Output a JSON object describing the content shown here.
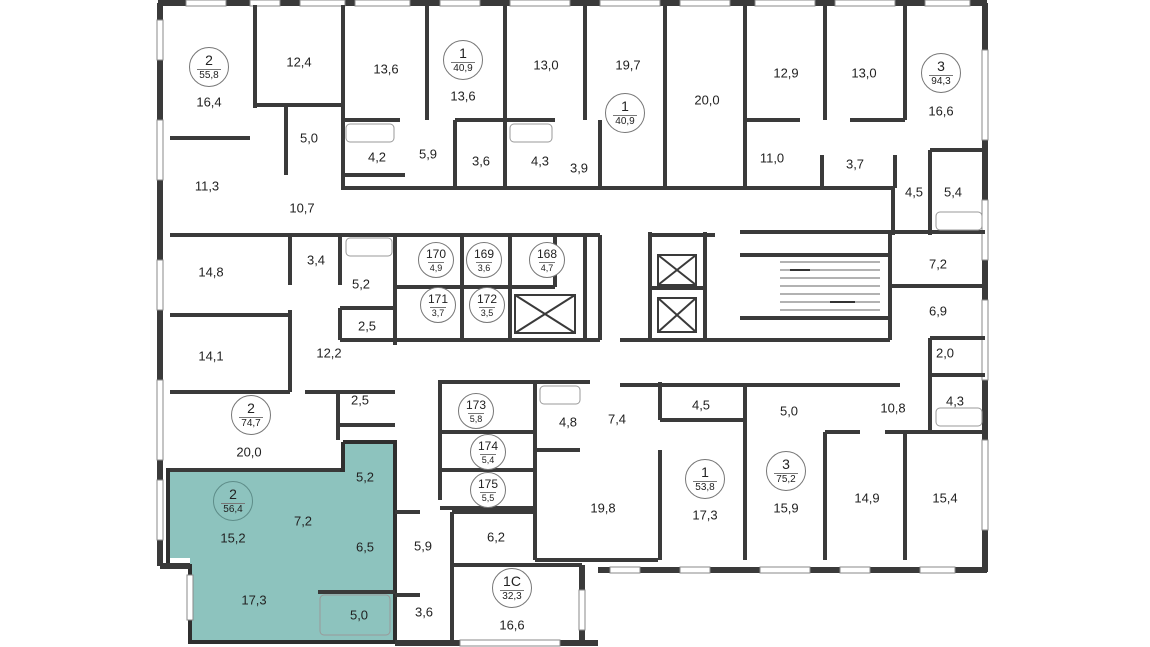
{
  "colors": {
    "wall": "#3a3a3a",
    "highlight": "#8dc3be",
    "window": "#ffffff",
    "background": "#ffffff"
  },
  "apartments": [
    {
      "id": "apt-2-55-8",
      "rooms": "2",
      "area": "55,8",
      "selected": false
    },
    {
      "id": "apt-1-40-9-a",
      "rooms": "1",
      "area": "40,9",
      "selected": false
    },
    {
      "id": "apt-1-40-9-b",
      "rooms": "1",
      "area": "40,9",
      "selected": false
    },
    {
      "id": "apt-3-94-3",
      "rooms": "3",
      "area": "94,3",
      "selected": false
    },
    {
      "id": "apt-2-74-7",
      "rooms": "2",
      "area": "74,7",
      "selected": false
    },
    {
      "id": "apt-2-56-4",
      "rooms": "2",
      "area": "56,4",
      "selected": true
    },
    {
      "id": "apt-1-53-8",
      "rooms": "1",
      "area": "53,8",
      "selected": false
    },
    {
      "id": "apt-3-75-2",
      "rooms": "3",
      "area": "75,2",
      "selected": false
    },
    {
      "id": "apt-1c-32-3",
      "rooms": "1С",
      "area": "32,3",
      "selected": false
    }
  ],
  "storage_rooms": [
    {
      "number": "170",
      "area": "4,9"
    },
    {
      "number": "169",
      "area": "3,6"
    },
    {
      "number": "168",
      "area": "4,7"
    },
    {
      "number": "171",
      "area": "3,7"
    },
    {
      "number": "172",
      "area": "3,5"
    },
    {
      "number": "173",
      "area": "5,8"
    },
    {
      "number": "174",
      "area": "5,4"
    },
    {
      "number": "175",
      "area": "5,5"
    }
  ],
  "room_areas": [
    "16,4",
    "12,4",
    "13,6",
    "13,6",
    "13,0",
    "19,7",
    "20,0",
    "12,9",
    "13,0",
    "16,6",
    "5,0",
    "4,2",
    "5,9",
    "3,6",
    "4,3",
    "3,9",
    "11,0",
    "3,7",
    "4,5",
    "5,4",
    "11,3",
    "10,7",
    "14,8",
    "3,4",
    "5,2",
    "2,5",
    "14,1",
    "12,2",
    "2,5",
    "20,0",
    "7,2",
    "6,9",
    "2,0",
    "10,8",
    "4,3",
    "4,8",
    "7,4",
    "4,5",
    "5,0",
    "19,8",
    "17,3",
    "15,9",
    "14,9",
    "15,4",
    "5,2",
    "15,2",
    "7,2",
    "6,5",
    "17,3",
    "5,0",
    "5,9",
    "6,2",
    "3,6",
    "16,6"
  ]
}
